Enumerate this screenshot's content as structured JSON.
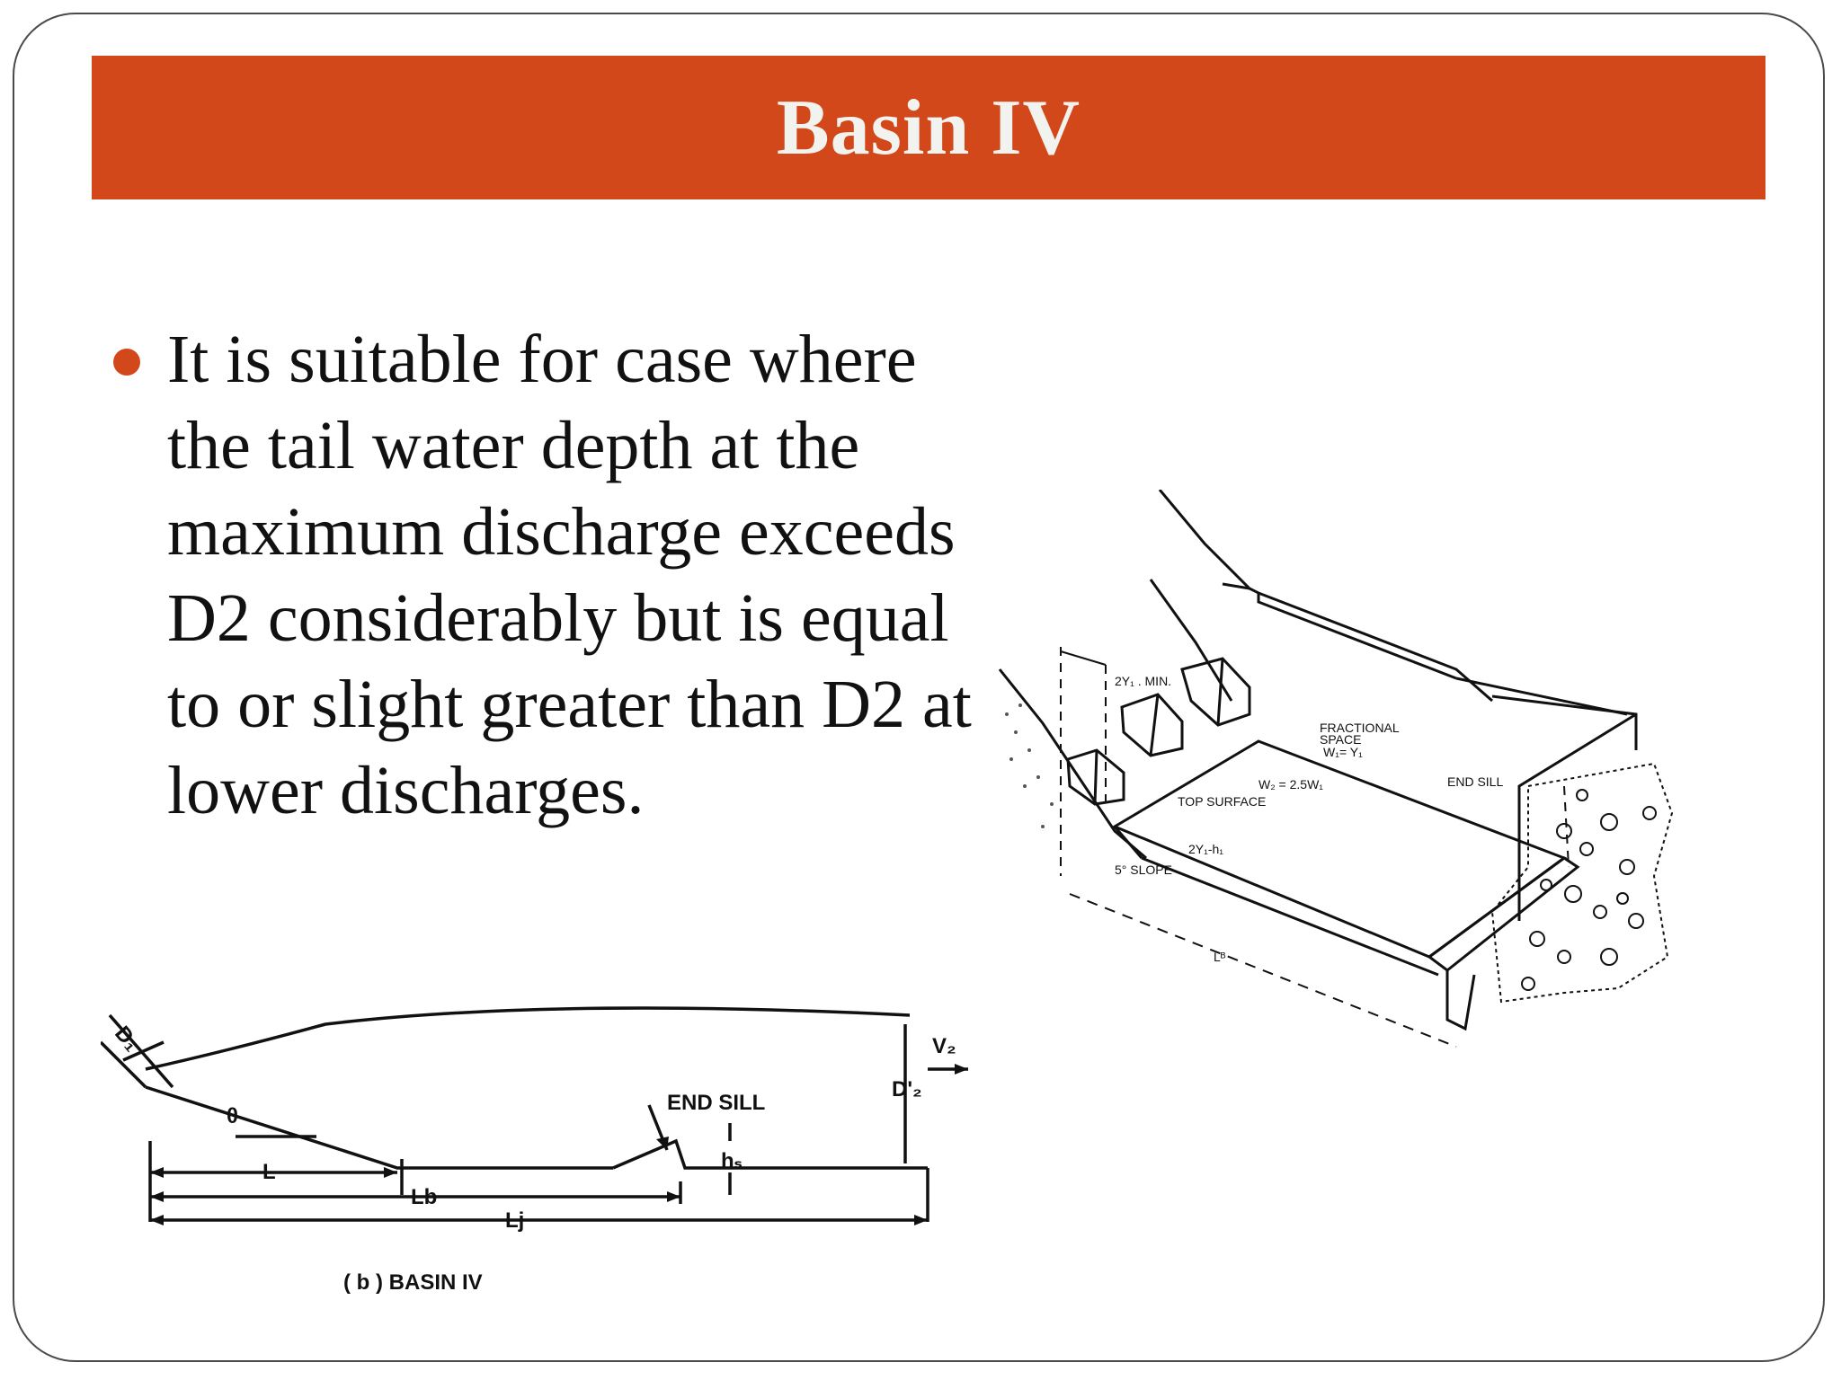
{
  "slide": {
    "title": "Basin IV",
    "bullet_text": "It is suitable for case where the tail water depth at the maximum discharge exceeds D2 considerably but is equal to or slight greater than D2 at lower discharges.",
    "accent_color": "#d2481b"
  },
  "iso_figure": {
    "label_2y1_min": "2Y₁ . MIN.",
    "label_fractional_space": "FRACTIONAL",
    "label_space": "SPACE",
    "label_w1": "W₁= Y₁",
    "label_w2": "W₂ = 2.5W₁",
    "label_top_surface": "TOP SURFACE",
    "label_end_sill": "END SILL",
    "label_2y1_h1": "2Y₁-h₁",
    "label_slope": "5° SLOPE",
    "label_lb": "Lᴮ"
  },
  "profile_figure": {
    "label_d1": "D₁",
    "label_v2": "V₂",
    "label_d2": "D'₂",
    "label_end_sill": "END SILL",
    "label_theta": "θ",
    "label_hs": "hₛ",
    "label_l": "L",
    "label_lb": "Lb",
    "label_lj": "Lj",
    "caption": "( b ) BASIN IV"
  }
}
